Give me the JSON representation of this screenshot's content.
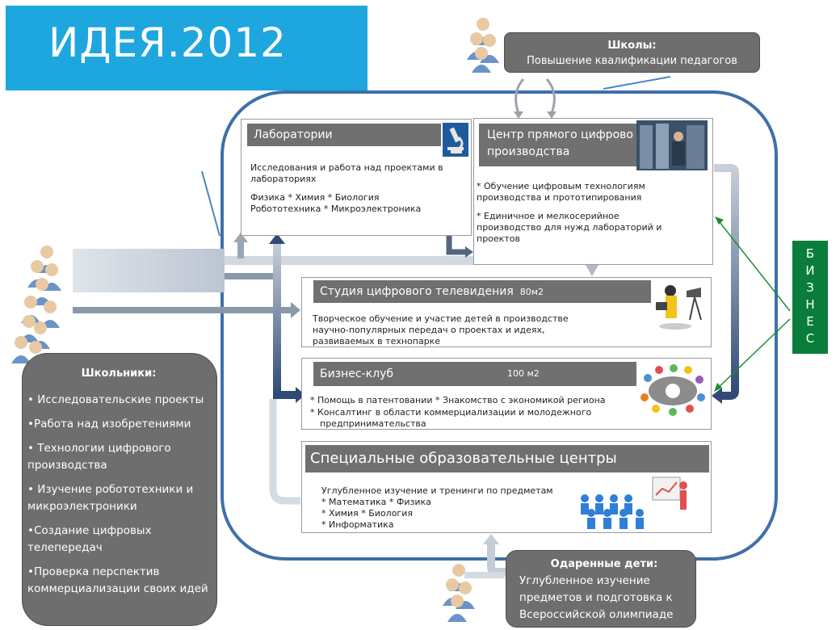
{
  "title": "ИДЕЯ.2012",
  "schools": {
    "header": "Школы:",
    "text": "Повышение квалификации педагогов"
  },
  "labs": {
    "header": "Лаборатории",
    "desc_l1": "Исследования и работа над проектами в",
    "desc_l2": "лабораториях",
    "subj_l1": "Физика   *   Химия   *   Биология",
    "subj_l2": "Робототехника   *    Микроэлектроника"
  },
  "center": {
    "header_l1": "Центр прямого цифрово",
    "header_l2": "производства",
    "item1_l1": "*   Обучение цифровым технологиям",
    "item1_l2": "производства и прототипирования",
    "item2_l1": "*   Единичное и мелкосерийное",
    "item2_l2": "производство для нужд лабораторий и",
    "item2_l3": "проектов"
  },
  "studio": {
    "header": "Студия цифрового телевидения",
    "area": "80м2",
    "desc_l1": "Творческое обучение и участие детей в производстве",
    "desc_l2": "научно-популярных передач о проектах и идеях,",
    "desc_l3": "развиваемых в  технопарке"
  },
  "club": {
    "header": "Бизнес-клуб",
    "area": "100 м2",
    "item1": "* Помощь в патентовании * Знакомство с  экономикой региона",
    "item2_l1": "* Консалтинг в области коммерциализации и молодежного",
    "item2_l2": "предпринимательства"
  },
  "special": {
    "header": "Специальные образовательные центры",
    "desc": "Углубленное изучение и тренинги по предметам",
    "row1": "*  Математика    *   Физика",
    "row2": "*  Химия           *   Биология",
    "row3": "*  Информатика"
  },
  "students": {
    "header": "Школьники:",
    "items": [
      "• Исследовательские проекты",
      "•Работа над изобретениями",
      "• Технологии цифрового производства",
      "• Изучение робототехники и микроэлектроники",
      "•Создание цифровых телепередач",
      "•Проверка перспектив коммерциализации своих идей"
    ]
  },
  "gifted": {
    "header": "Одаренные дети:",
    "text_l1": "Углубленное изучение",
    "text_l2": "предметов и подготовка к",
    "text_l3": "Всероссийской олимпиаде"
  },
  "business": [
    "Б",
    "И",
    "З",
    "Н",
    "Е",
    "С"
  ],
  "colors": {
    "title_bg": "#1ea6df",
    "frame": "#3f70a8",
    "callout": "#6e6e6e",
    "business": "#0a7d3a",
    "arrow_dark": "#2e4a75"
  }
}
